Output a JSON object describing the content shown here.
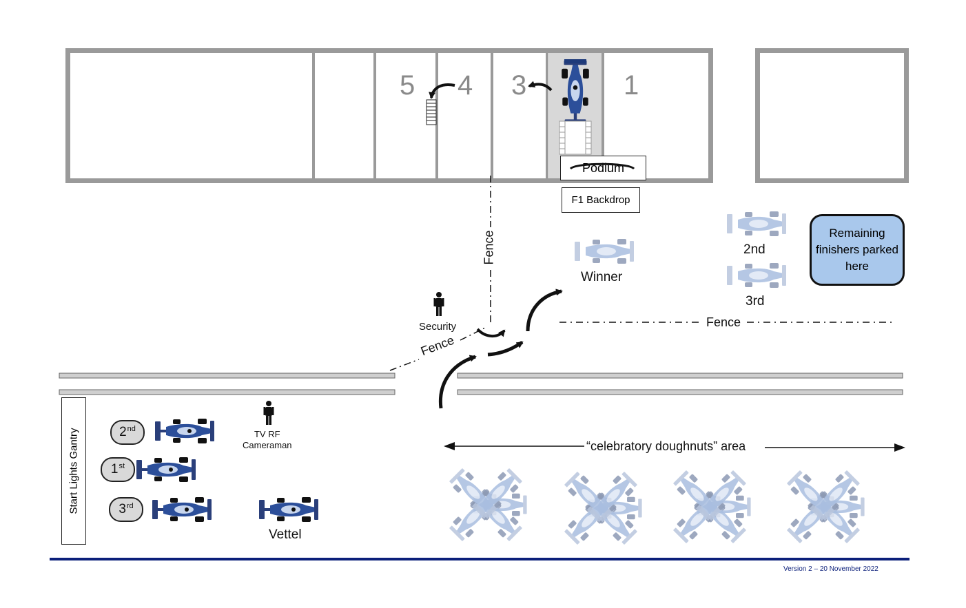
{
  "building": {
    "bays": [
      "5",
      "4",
      "3",
      "1"
    ],
    "podium_label": "Podium",
    "backdrop_label": "F1 Backdrop"
  },
  "fences": {
    "vertical_label": "Fence",
    "diagonal_label": "Fence",
    "horizontal_label": "Fence"
  },
  "people": {
    "security_label": "Security",
    "cameraman_label": "TV RF\nCameraman"
  },
  "parc_ferme": {
    "winner_label": "Winner",
    "second_label": "2nd",
    "third_label": "3rd",
    "remaining_label": "Remaining finishers parked here"
  },
  "grid": {
    "gantry_label": "Start Lights Gantry",
    "positions": [
      {
        "base": "2",
        "suffix": "nd"
      },
      {
        "base": "1",
        "suffix": "st"
      },
      {
        "base": "3",
        "suffix": "rd"
      }
    ],
    "extra_car_label": "Vettel"
  },
  "doughnuts_label": "“celebratory doughnuts” area",
  "footer": {
    "version": "Version 2 – 20 November 2022"
  },
  "colors": {
    "car_body": "#1e3a7a",
    "car_light": "#a9bee0",
    "highlight_box": "#a9c8ec",
    "footer_line": "#0b1f7a",
    "bay_number": "#8a8a8a"
  },
  "icons": [
    "car-icon",
    "person-icon",
    "curved-arrow-icon",
    "staircase-icon"
  ]
}
